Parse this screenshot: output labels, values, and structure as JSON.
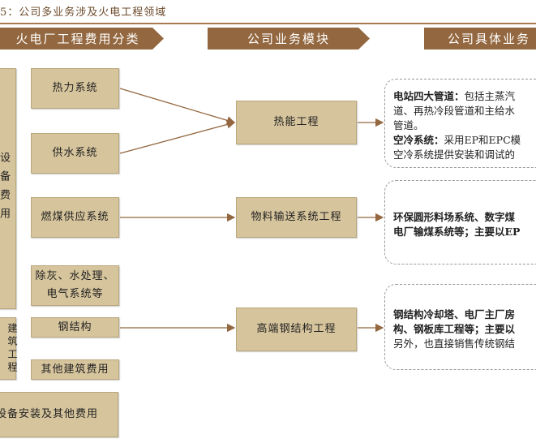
{
  "title": "5：公司多业务涉及火电工程领域",
  "headers": [
    "火电厂工程费用分类",
    "公司业务模块",
    "公司具体业务"
  ],
  "left_groups": {
    "equipment": "设备费用",
    "building": "建筑工程费用",
    "install": "设备安装及其他费用"
  },
  "categories": [
    "热力系统",
    "供水系统",
    "燃煤供应系统",
    "除灰、水处理、电气系统等",
    "钢结构",
    "其他建筑费用"
  ],
  "modules": [
    "热能工程",
    "物料输送系统工程",
    "高端钢结构工程"
  ],
  "details": {
    "d1_l1_bold": "电站四大管道：",
    "d1_l1": "包括主蒸汽",
    "d1_l2": "道、再热冷段管道和主给水",
    "d1_l3": "管道。",
    "d1_l4_bold": "空冷系统：",
    "d1_l4": "采用EP和EPC模",
    "d1_l5": "空冷系统提供安装和调试的",
    "d2_l1": "环保圆形料场系统、数字煤",
    "d2_l2": "电厂输煤系统等；主要以EP",
    "d3_l1": "钢结构冷却塔、电厂主厂房",
    "d3_l2": "构、钢板库工程等；主要以",
    "d3_l3": "另外，也直接销售传统钢结"
  }
}
